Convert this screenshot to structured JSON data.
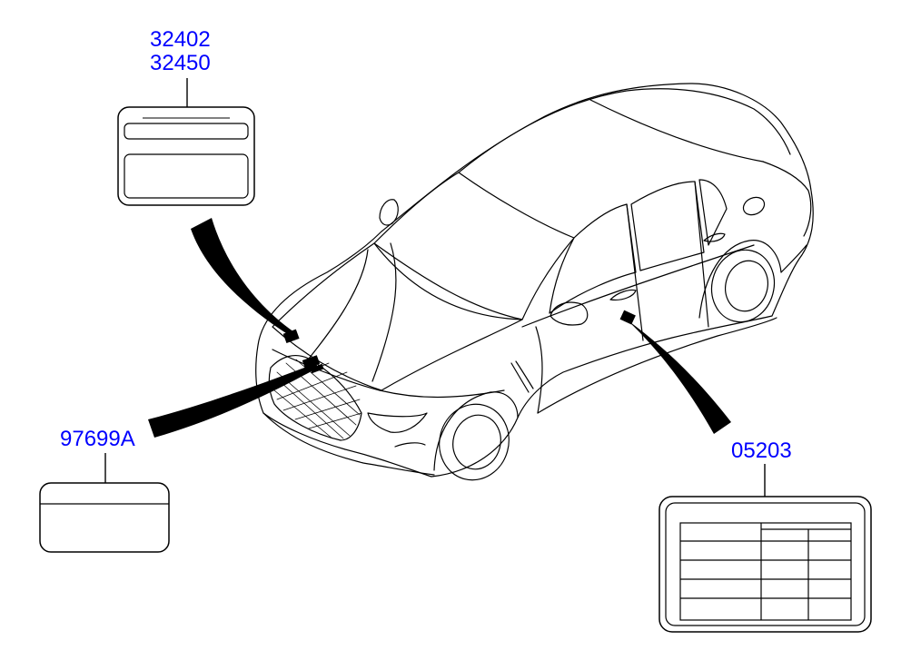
{
  "diagram": {
    "type": "parts-label-location",
    "colors": {
      "callout_text": "#0000ff",
      "line_art": "#000000",
      "background": "#ffffff"
    },
    "callouts": [
      {
        "id": "top-left",
        "part_numbers": [
          "32402",
          "32450"
        ],
        "target": "hood-label",
        "label_style": "two-band-plate"
      },
      {
        "id": "left",
        "part_numbers": [
          "97699A"
        ],
        "target": "grille-label",
        "label_style": "single-band-plate"
      },
      {
        "id": "right",
        "part_numbers": [
          "05203"
        ],
        "target": "door-pillar-label",
        "label_style": "tire-pressure-table"
      }
    ]
  }
}
